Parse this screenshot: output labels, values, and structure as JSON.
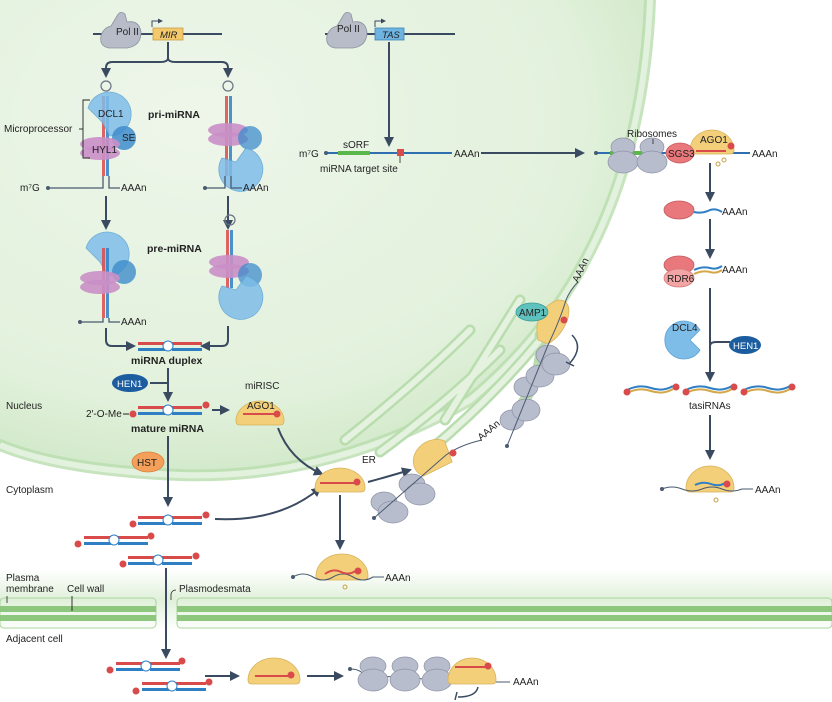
{
  "colors": {
    "nucleus_fill": "#d6ecd0",
    "membrane_green": "#a9d59b",
    "cellwall_green": "#8dc67d",
    "pol2": "#b8bcc8",
    "mir_gene": "#f3c96b",
    "tas_gene": "#6fb3e0",
    "dcl_blue": "#7fbde9",
    "se_blue": "#3f8ccc",
    "hyl1_purple": "#c98fc6",
    "hen1": "#1b5d9e",
    "ago1": "#f3cf7a",
    "hst": "#f4a05b",
    "amp1": "#5ec1bd",
    "sgs3": "#e8787c",
    "rdr6": "#f3a4a4",
    "ribosome": "#b7bdcc",
    "mirna_red": "#d94b4b",
    "mirna_blue": "#2f7fc4",
    "sorf_green": "#5ab84a",
    "arrow": "#3a4a60"
  },
  "labels": {
    "pol2_left": "Pol II",
    "mir_gene": "MIR",
    "pol2_right": "Pol II",
    "tas_gene": "TAS",
    "microprocessor": "Microprocessor",
    "dcl1": "DCL1",
    "se": "SE",
    "hyl1": "HYL1",
    "pri_mirna": "pri-miRNA",
    "pre_mirna": "pre-miRNA",
    "m7g_1": "m⁷G",
    "m7g_2": "m⁷G",
    "aaan": "AAAn",
    "mirna_duplex": "miRNA duplex",
    "hen1": "HEN1",
    "nucleus": "Nucleus",
    "omethyl": "2′-O-Me",
    "mature_mirna": "mature miRNA",
    "mirisc": "miRISC",
    "ago1": "AGO1",
    "hst": "HST",
    "cytoplasm": "Cytoplasm",
    "er": "ER",
    "amp1": "AMP1",
    "sorf": "sORF",
    "target_site": "miRNA target site",
    "ribosomes": "Ribosomes",
    "sgs3": "SGS3",
    "rdr6": "RDR6",
    "dcl4": "DCL4",
    "hen1_right": "HEN1",
    "tasirnas": "tasiRNAs",
    "plasma": "Plasma",
    "membrane": "membrane",
    "cell_wall": "Cell wall",
    "plasmodesmata": "Plasmodesmata",
    "adjacent_cell": "Adjacent cell"
  }
}
